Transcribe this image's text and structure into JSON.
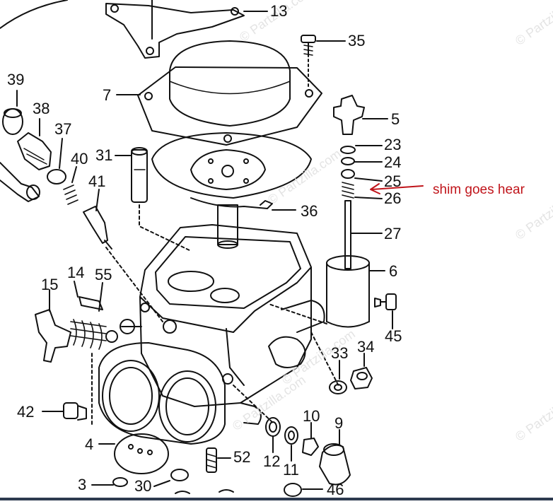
{
  "diagram": {
    "part_labels": [
      {
        "id": "13",
        "text": "13"
      },
      {
        "id": "35",
        "text": "35"
      },
      {
        "id": "39",
        "text": "39"
      },
      {
        "id": "7",
        "text": "7"
      },
      {
        "id": "38",
        "text": "38"
      },
      {
        "id": "5",
        "text": "5"
      },
      {
        "id": "37",
        "text": "37"
      },
      {
        "id": "23",
        "text": "23"
      },
      {
        "id": "31",
        "text": "31"
      },
      {
        "id": "40",
        "text": "40"
      },
      {
        "id": "24",
        "text": "24"
      },
      {
        "id": "41",
        "text": "41"
      },
      {
        "id": "25",
        "text": "25"
      },
      {
        "id": "26",
        "text": "26"
      },
      {
        "id": "36",
        "text": "36"
      },
      {
        "id": "27",
        "text": "27"
      },
      {
        "id": "6",
        "text": "6"
      },
      {
        "id": "14",
        "text": "14"
      },
      {
        "id": "55",
        "text": "55"
      },
      {
        "id": "15",
        "text": "15"
      },
      {
        "id": "45",
        "text": "45"
      },
      {
        "id": "34",
        "text": "34"
      },
      {
        "id": "33",
        "text": "33"
      },
      {
        "id": "42",
        "text": "42"
      },
      {
        "id": "10",
        "text": "10"
      },
      {
        "id": "9",
        "text": "9"
      },
      {
        "id": "4",
        "text": "4"
      },
      {
        "id": "52",
        "text": "52"
      },
      {
        "id": "12",
        "text": "12"
      },
      {
        "id": "11",
        "text": "11"
      },
      {
        "id": "3",
        "text": "3"
      },
      {
        "id": "30",
        "text": "30"
      },
      {
        "id": "46",
        "text": "46"
      }
    ],
    "annotation": {
      "text": "shim goes hear",
      "color": "#c0141a"
    },
    "watermark": "© Partzilla.com",
    "colors": {
      "line": "#111111",
      "annotation": "#c0141a",
      "watermark": "#e4e4e4"
    }
  }
}
